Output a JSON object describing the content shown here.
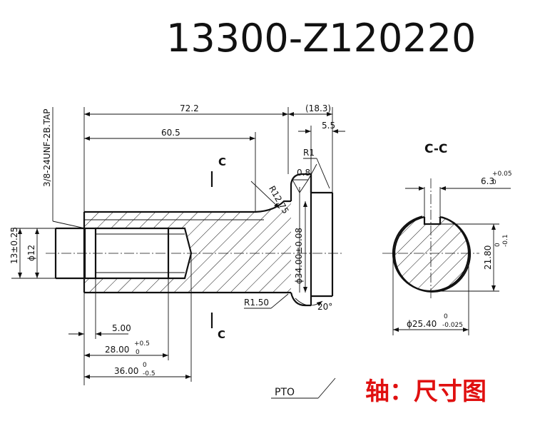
{
  "drawing": {
    "part_number": "13300-Z120220",
    "caption": "轴：尺寸图",
    "section_label": "C-C",
    "section_mark": "C",
    "pto_label": "PTO"
  },
  "dimensions": {
    "overall_length": "72.2",
    "length_60": "60.5",
    "flange_total": "(18.3)",
    "flange_5": "5.5",
    "radius_r1": "R1",
    "roughness": "0.8",
    "radius_r12": "R12.75",
    "radius_r150": "R1.50",
    "angle": "20°",
    "diameter_34": "ϕ34.00±0.08",
    "thread": "3/8-24UNF-2B.TAP",
    "pilot_len": "13±0.25",
    "pilot_dia": "ϕ12",
    "d_5": "5.00",
    "d_28": "28.00",
    "d_28_upper": "+0.5",
    "d_28_lower": "0",
    "d_36": "36.00",
    "d_36_upper": "0",
    "d_36_lower": "-0.5",
    "key_width": "6.3",
    "key_upper": "+0.05",
    "key_lower": "0",
    "key_depth": "21.80",
    "key_depth_upper": "0",
    "key_depth_lower": "-0.1",
    "shaft_dia": "ϕ25.40",
    "shaft_dia_upper": "0",
    "shaft_dia_lower": "-0.025"
  }
}
